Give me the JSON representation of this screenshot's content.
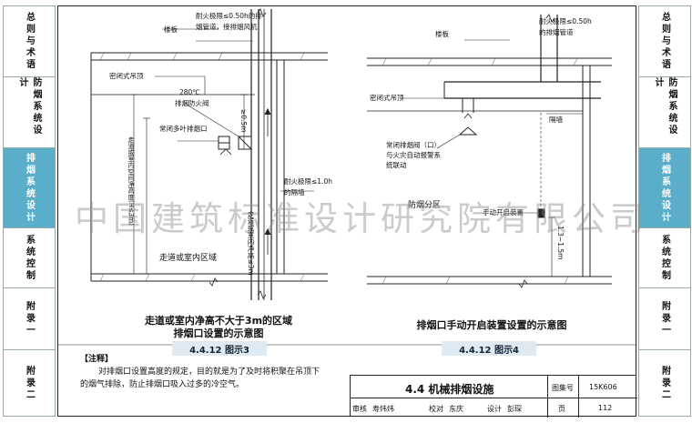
{
  "sidebar_left": [
    {
      "label": "总则与术语",
      "active": false
    },
    {
      "label": "防烟系统设计",
      "active": false
    },
    {
      "label": "排烟系统设计",
      "active": true
    },
    {
      "label": "系统控制",
      "active": false
    },
    {
      "label": "附录一",
      "active": false
    },
    {
      "label": "附录二",
      "active": false
    }
  ],
  "sidebar_right": [
    {
      "label": "总则与术语",
      "active": false
    },
    {
      "label": "防烟系统设计",
      "active": false
    },
    {
      "label": "排烟系统设计",
      "active": true
    },
    {
      "label": "系统控制",
      "active": false
    },
    {
      "label": "附录一",
      "active": false
    },
    {
      "label": "附录二",
      "active": false
    }
  ],
  "fig3": {
    "slab": "楼板",
    "duct_note_l1": "耐火极限≤0.50h的排",
    "duct_note_l2": "烟管道，接排烟风机",
    "ceiling": "密闭式吊顶",
    "damper_l1": "280℃",
    "damper_l2": "排烟防火阀",
    "vent": "常闭多叶排烟口",
    "dim_top": "≥0.5m",
    "wall_note": "耐火极限≤1.0h",
    "wall": "的隔墙",
    "height_label": "走道或室内净高≤3m",
    "clear_height": "走道或室内空间净高度(H≤3m)",
    "area": "走道或室内区域",
    "caption_l1": "走道或室内净高不大于3m的区域",
    "caption_l2": "排烟口设置的示意图",
    "badge": "4.4.12 图示3"
  },
  "fig4": {
    "slab": "楼板",
    "duct_note_l1": "耐火极限≤0.50h",
    "duct_note_l2": "的排烟管道",
    "ceiling": "密闭式吊顶",
    "wall": "隔墙",
    "vent_l1": "常闭排烟阀（口）",
    "vent_l2": "与火灾自动报警系",
    "vent_l3": "统联动",
    "zone": "防烟分区",
    "manual": "手动开启装置",
    "height": "1.3~1.5m",
    "caption": "排烟口手动开启装置设置的示意图",
    "badge": "4.4.12 图示4"
  },
  "notes": {
    "title": "【注释】",
    "l1": "对排烟口设置高度的规定，目的就是为了及时将积聚在吊顶下",
    "l2": "的烟气排除，防止排烟口吸入过多的冷空气。"
  },
  "title_block": {
    "section": "4.4  机械排烟设施",
    "atlas_label": "图集号",
    "atlas_no": "15K606",
    "review_label": "审核",
    "reviewer": "寿炜炜",
    "check_label": "校对",
    "checker": "东庆",
    "design_label": "设计",
    "designer": "彭琛",
    "page_label": "页",
    "page_no": "112"
  },
  "watermark": "中国建筑标准设计研究院有限公司"
}
